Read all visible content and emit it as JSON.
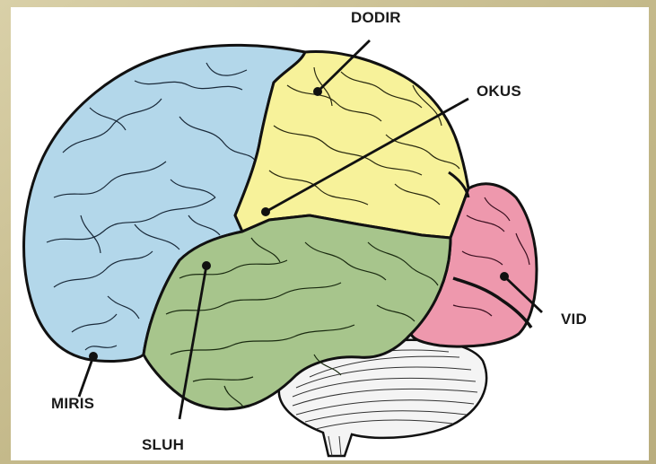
{
  "labels": {
    "touch": "DODIR",
    "focus": "OKUS",
    "vision": "VID",
    "smell": "MIRIS",
    "hearing": "SLUH"
  },
  "colors": {
    "frontal_lobe": "#b3d7ea",
    "parietal_lobe": "#f7f29a",
    "temporal_lobe": "#a7c58c",
    "occipital_lobe": "#ee98ad",
    "cerebellum": "#f4f4f4",
    "outline": "#111111",
    "background_frame": "#c8be8e"
  }
}
